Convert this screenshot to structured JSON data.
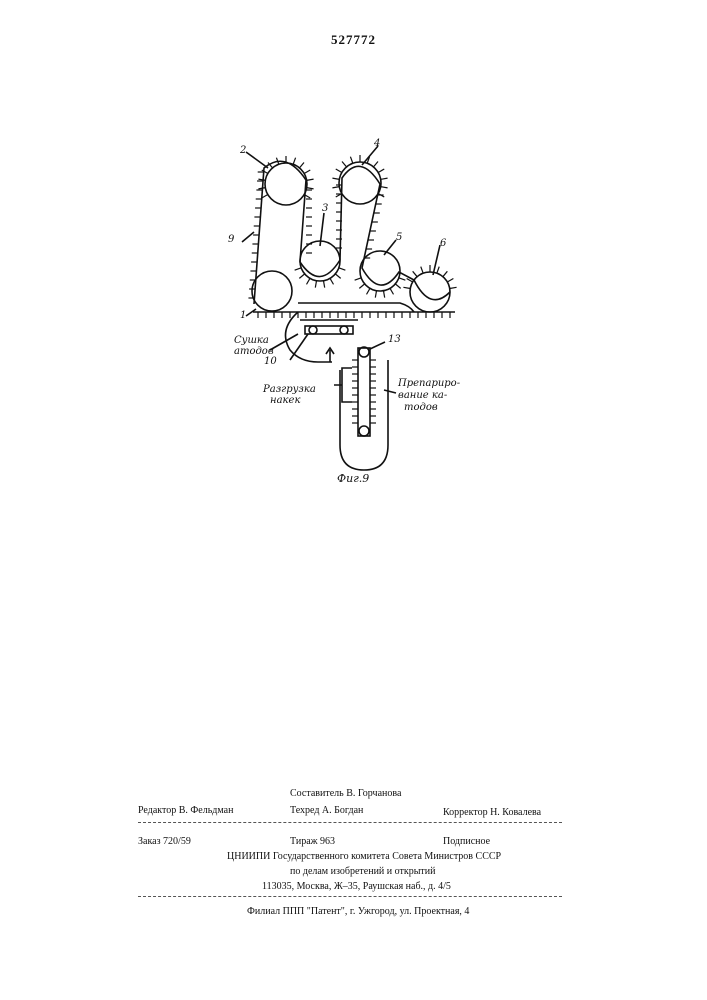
{
  "header": {
    "patent_number": "527772"
  },
  "figure": {
    "caption": "Фиг.9",
    "labels": {
      "drying": "Сушка",
      "drying2": "атодов",
      "unloading": "Разгрузка",
      "unloading2": "накек",
      "preparation": "Препариро-",
      "preparation2": "вание ка-",
      "preparation3": "тодов"
    },
    "numbers": [
      "1",
      "2",
      "3",
      "4",
      "5",
      "6",
      "9",
      "10",
      "13"
    ]
  },
  "footer": {
    "compiler": "Составитель  В. Горчанова",
    "editor": "Редактор   В. Фельдман",
    "techred": "Техред     А. Богдан",
    "corrector": "Корректор   Н. Ковалева",
    "order": "Заказ   720/59",
    "circulation": "Тираж   963",
    "subscription": "Подписное",
    "org1": "ЦНИИПИ Государственного комитета Совета Министров СССР",
    "org2": "по делам изобретений и открытий",
    "address": "113035, Москва, Ж–35, Раушская наб., д. 4/5",
    "branch": "Филиал ППП \"Патент\", г. Ужгород, ул. Проектная, 4"
  }
}
